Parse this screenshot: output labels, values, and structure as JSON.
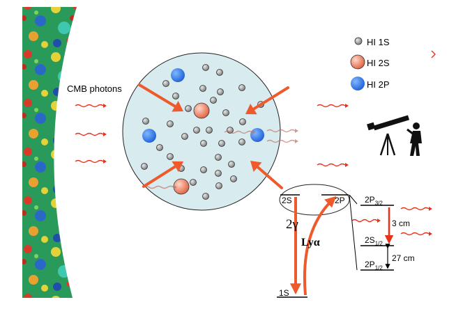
{
  "labels": {
    "cmb_photons": "CMB photons",
    "two_gamma": "2γ",
    "ly_alpha": "Lyα",
    "spacing_3cm": "3 cm",
    "spacing_27cm": "27 cm"
  },
  "legend": [
    {
      "label": "HI 1S",
      "color": "#9a9a9a"
    },
    {
      "label": "HI 2S",
      "color": "#f08060"
    },
    {
      "label": "HI 2P",
      "color": "#2f7fe8"
    }
  ],
  "levels": {
    "left": {
      "s2": "2S",
      "p2": "2P",
      "s1": "1S"
    },
    "right": {
      "p32_main": "2P",
      "p32_sub": "3/2",
      "s12_main": "2S",
      "s12_sub": "1/2",
      "p12_main": "2P",
      "p12_sub": "1/2"
    }
  },
  "colors": {
    "arrow": "#ee5a2c",
    "photon": "#e8301a",
    "cloud_fill": "#d8ecf0",
    "atom_1s": "#9a9a9a",
    "atom_2s": "#f08060",
    "atom_2p": "#2f7fe8"
  }
}
